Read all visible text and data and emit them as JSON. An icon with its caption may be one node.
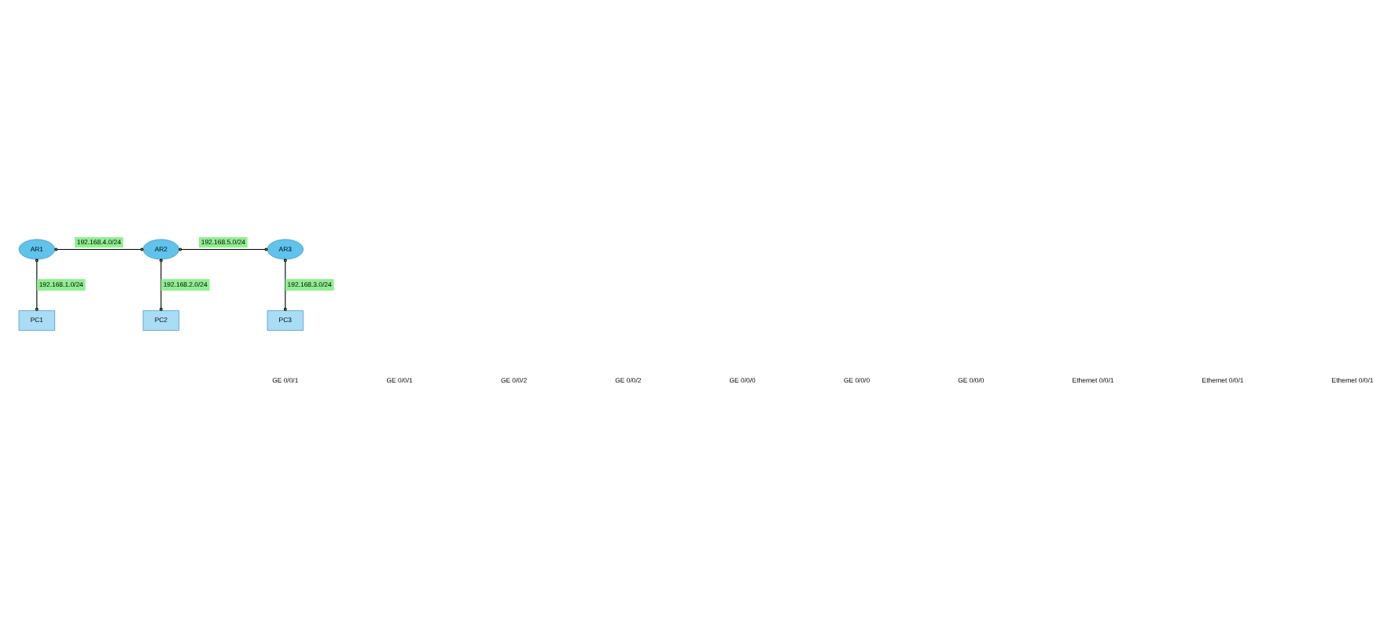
{
  "diagram": {
    "nodes": [
      {
        "text": [
          "AR1"
        ]
      },
      {
        "text": [
          "AR2"
        ]
      },
      {
        "text": [
          "AR3"
        ]
      },
      {
        "text": [
          "PC1"
        ]
      },
      {
        "text": [
          "PC2"
        ]
      },
      {
        "text": [
          "PC3"
        ]
      }
    ],
    "edges": [
      {
        "from": 0,
        "to": 1,
        "arrow": "other",
        "label": "192.168.4.0/24"
      },
      {
        "from": 1,
        "to": 2,
        "arrow": "other",
        "label": "192.168.5.0/24"
      },
      {
        "from": 0,
        "to": 3,
        "arrow": "other",
        "label": "192.168.1.0/24"
      },
      {
        "from": 1,
        "to": 4,
        "arrow": "other",
        "label": "192.168.2.0/24"
      },
      {
        "from": 2,
        "to": 5,
        "arrow": "other",
        "label": "192.168.3.0/24"
      }
    ],
    "labels": [
      "GE 0/0/1",
      "GE 0/0/1",
      "GE 0/0/2",
      "GE 0/0/2",
      "GE 0/0/0",
      "GE 0/0/0",
      "GE 0/0/0",
      "Ethernet 0/0/1",
      "Ethernet 0/0/1",
      "Ethernet 0/0/1"
    ]
  }
}
